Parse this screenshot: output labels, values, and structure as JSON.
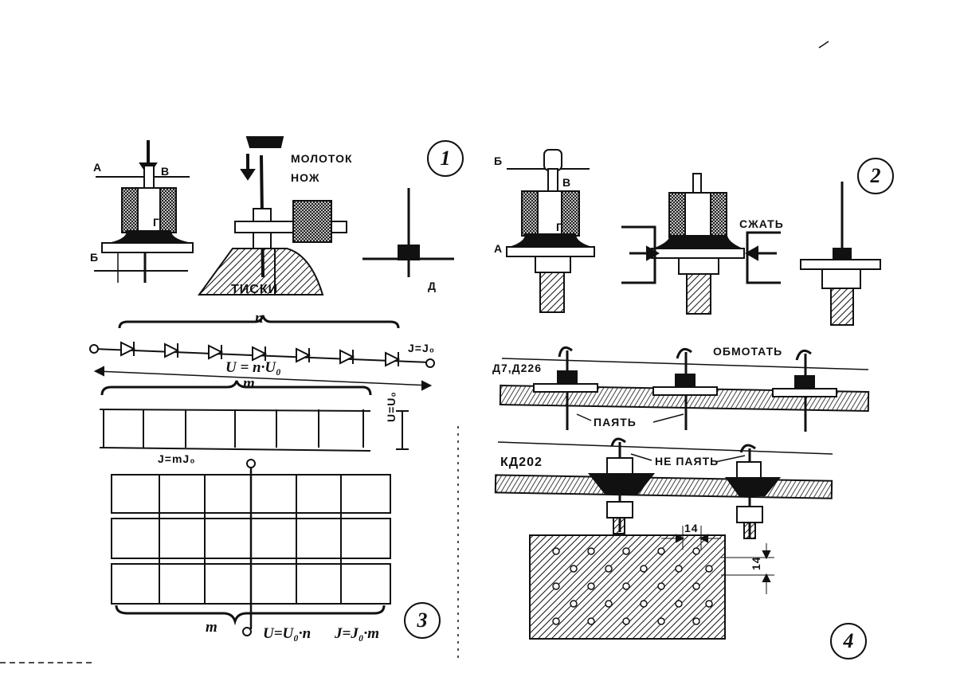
{
  "panels": {
    "p1": {
      "number": "1",
      "labels": {
        "a": "А",
        "v": "В",
        "b": "Б",
        "g": "Г",
        "hammer": "МОЛОТОК",
        "knife": "НОЖ",
        "vise": "ТИСКИ",
        "d": "Д"
      }
    },
    "p2": {
      "number": "2",
      "labels": {
        "b": "Б",
        "v": "В",
        "a": "А",
        "g": "Г",
        "squeeze": "СЖАТЬ"
      }
    },
    "p3": {
      "number": "3",
      "labels": {
        "n_top": "n",
        "j_series": "J=J₀",
        "u_series": "U = n·U₀",
        "m_top": "m",
        "u_parallel": "U=U₀",
        "j_parallel": "J=mJ₀",
        "m_bottom": "m",
        "u_matrix": "U=U₀·n",
        "j_matrix": "J=J₀·m"
      }
    },
    "p4": {
      "number": "4",
      "labels": {
        "types_top": "Д7,Д226",
        "wrap": "ОБМОТАТЬ",
        "solder": "ПАЯТЬ",
        "type_bottom": "КД202",
        "no_solder": "НЕ ПАЯТЬ",
        "dim_h": "14",
        "dim_v": "14"
      }
    }
  },
  "colors": {
    "ink": "#111111",
    "paper": "#ffffff"
  }
}
